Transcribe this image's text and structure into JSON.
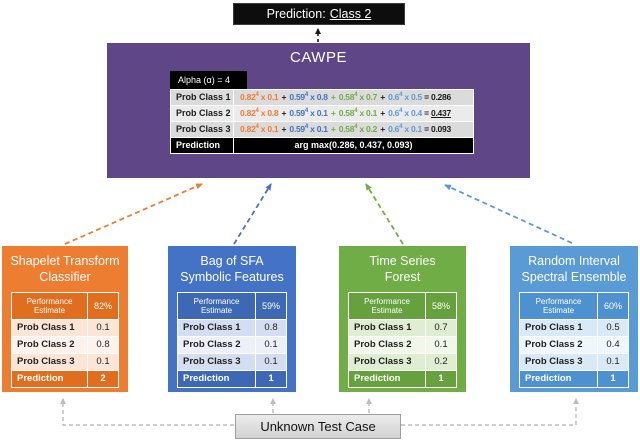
{
  "colors": {
    "purple": "#5F4787",
    "orange": "#ED7D31",
    "blue": "#4472C4",
    "green": "#70AD47",
    "lightblue": "#5B9BD5",
    "black_arrow": "#1a1a1a",
    "gray_connector": "#BDBDBD"
  },
  "prediction_banner": {
    "text": "Prediction:",
    "value": "Class 2"
  },
  "cawpe": {
    "title": "CAWPE",
    "alpha_label": "Alpha (α) = 4",
    "formula_rows": [
      {
        "label": "Prob Class 1",
        "terms": [
          {
            "w": "0.82",
            "e": "4",
            "p": "0.1",
            "color": "#ED7D31"
          },
          {
            "w": "0.59",
            "e": "4",
            "p": "0.8",
            "color": "#4472C4"
          },
          {
            "w": "0.58",
            "e": "4",
            "p": "0.7",
            "color": "#70AD47"
          },
          {
            "w": "0.6",
            "e": "4",
            "p": "0.5",
            "color": "#5B9BD5"
          }
        ],
        "plus_colors": [
          "#1a1a1a",
          "#70AD47",
          "#1a1a1a"
        ],
        "result": "0.286",
        "highlight": false
      },
      {
        "label": "Prob Class 2",
        "terms": [
          {
            "w": "0.82",
            "e": "4",
            "p": "0.8",
            "color": "#ED7D31"
          },
          {
            "w": "0.59",
            "e": "4",
            "p": "0.1",
            "color": "#4472C4"
          },
          {
            "w": "0.58",
            "e": "4",
            "p": "0.1",
            "color": "#70AD47"
          },
          {
            "w": "0.6",
            "e": "4",
            "p": "0.4",
            "color": "#5B9BD5"
          }
        ],
        "plus_colors": [
          "#1a1a1a",
          "#70AD47",
          "#1a1a1a"
        ],
        "result": "0.437",
        "highlight": true
      },
      {
        "label": "Prob Class 3",
        "terms": [
          {
            "w": "0.82",
            "e": "4",
            "p": "0.1",
            "color": "#ED7D31"
          },
          {
            "w": "0.59",
            "e": "4",
            "p": "0.1",
            "color": "#4472C4"
          },
          {
            "w": "0.58",
            "e": "4",
            "p": "0.2",
            "color": "#70AD47"
          },
          {
            "w": "0.6",
            "e": "4",
            "p": "0.1",
            "color": "#5B9BD5"
          }
        ],
        "plus_colors": [
          "#1a1a1a",
          "#70AD47",
          "#1a1a1a"
        ],
        "result": "0.093",
        "highlight": false
      }
    ],
    "prediction_row": {
      "label": "Prediction",
      "value": "arg max(0.286, 0.437, 0.093)"
    }
  },
  "classifiers": [
    {
      "title_lines": [
        "Shapelet Transform",
        "Classifier"
      ],
      "accent": "#ED7D31",
      "accent_dark": "#E06E1E",
      "band_a": "#FBE5D6",
      "band_b": "#FDF3EC",
      "perf_label_lines": [
        "Performance",
        "Estimate"
      ],
      "perf_value": "82%",
      "prob_rows": [
        {
          "label": "Prob Class 1",
          "value": "0.1"
        },
        {
          "label": "Prob Class 2",
          "value": "0.8"
        },
        {
          "label": "Prob Class 3",
          "value": "0.1"
        }
      ],
      "prediction_label": "Prediction",
      "prediction_value": "2"
    },
    {
      "title_lines": [
        "Bag of SFA",
        "Symbolic Features"
      ],
      "accent": "#4472C4",
      "accent_dark": "#3D68B3",
      "band_a": "#D5DEF0",
      "band_b": "#EBF0F9",
      "perf_label_lines": [
        "Performance",
        "Estimate"
      ],
      "perf_value": "59%",
      "prob_rows": [
        {
          "label": "Prob Class 1",
          "value": "0.8"
        },
        {
          "label": "Prob Class 2",
          "value": "0.1"
        },
        {
          "label": "Prob Class 3",
          "value": "0.1"
        }
      ],
      "prediction_label": "Prediction",
      "prediction_value": "1"
    },
    {
      "title_lines": [
        "Time Series",
        "Forest"
      ],
      "accent": "#70AD47",
      "accent_dark": "#66A13D",
      "band_a": "#DFEDD2",
      "band_b": "#F1F7EB",
      "perf_label_lines": [
        "Performance",
        "Estimate"
      ],
      "perf_value": "58%",
      "prob_rows": [
        {
          "label": "Prob Class 1",
          "value": "0.7"
        },
        {
          "label": "Prob Class 2",
          "value": "0.1"
        },
        {
          "label": "Prob Class 3",
          "value": "0.2"
        }
      ],
      "prediction_label": "Prediction",
      "prediction_value": "1"
    },
    {
      "title_lines": [
        "Random Interval",
        "Spectral Ensemble"
      ],
      "accent": "#5B9BD5",
      "accent_dark": "#4E91CF",
      "band_a": "#DAE9F6",
      "band_b": "#EFF6FC",
      "perf_label_lines": [
        "Performance",
        "Estimate"
      ],
      "perf_value": "60%",
      "prob_rows": [
        {
          "label": "Prob Class 1",
          "value": "0.5"
        },
        {
          "label": "Prob Class 2",
          "value": "0.4"
        },
        {
          "label": "Prob Class 3",
          "value": "0.1"
        }
      ],
      "prediction_label": "Prediction",
      "prediction_value": "1"
    }
  ],
  "test_case": {
    "label": "Unknown Test Case"
  }
}
